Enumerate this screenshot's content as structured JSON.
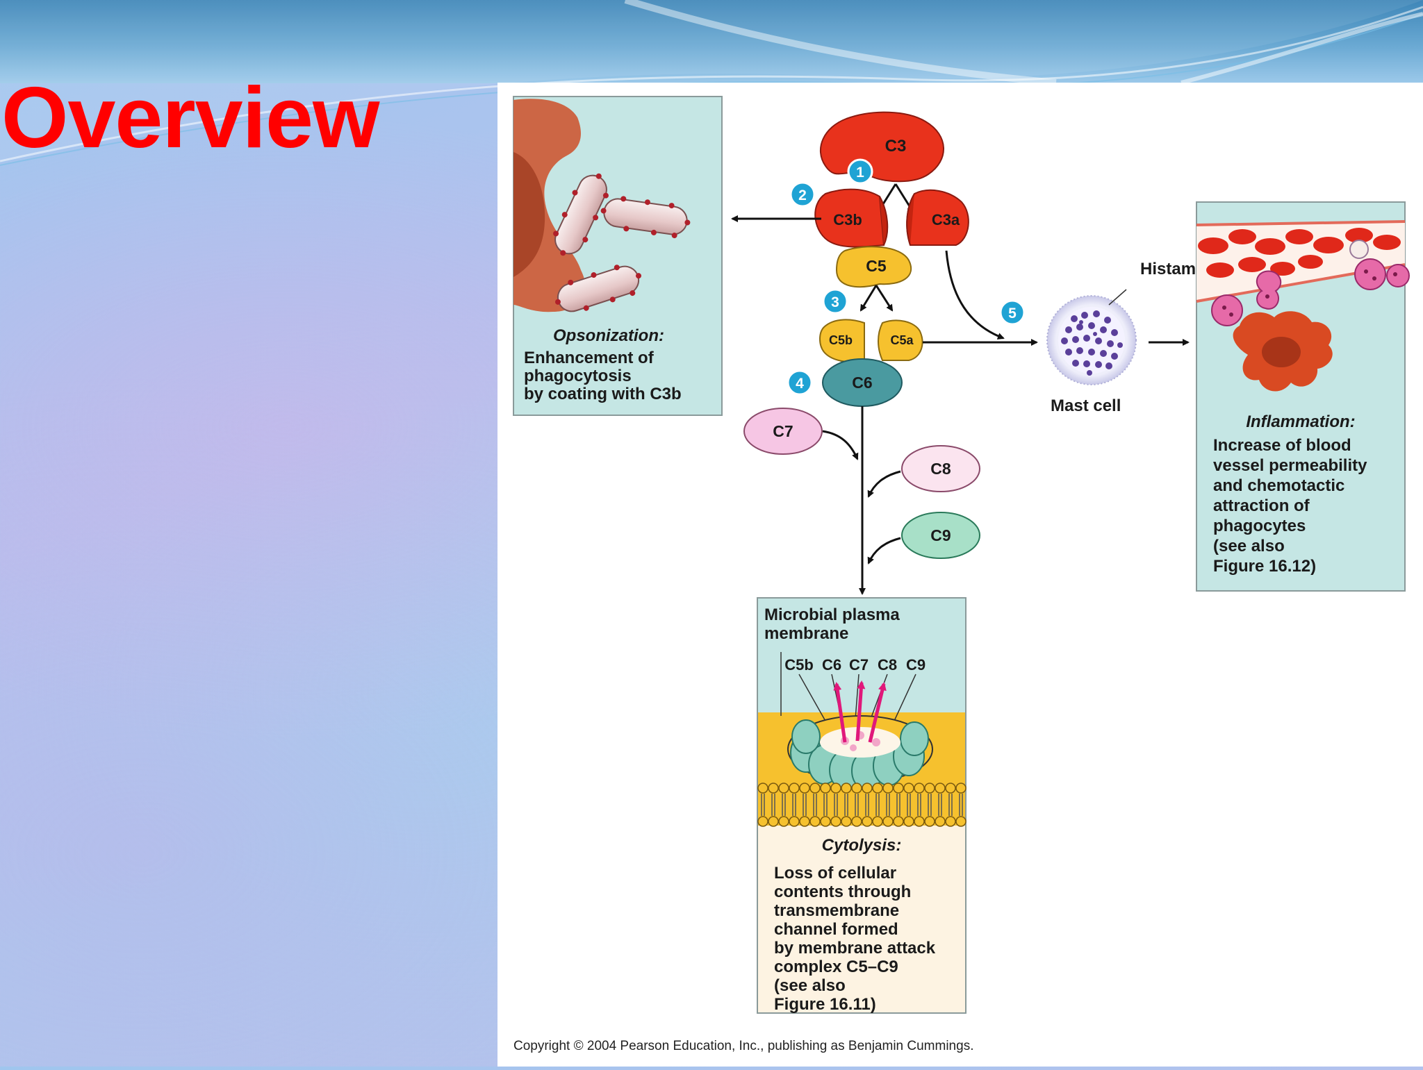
{
  "slide": {
    "title": "Overview"
  },
  "diagram": {
    "molecules": {
      "c3": "C3",
      "c3b": "C3b",
      "c3a": "C3a",
      "c5": "C5",
      "c5b": "C5b",
      "c5a": "C5a",
      "c6": "C6",
      "c7": "C7",
      "c8": "C8",
      "c9": "C9"
    },
    "steps": [
      "1",
      "2",
      "3",
      "4",
      "5"
    ],
    "opsonization": {
      "title": "Opsonization:",
      "lines": [
        "Enhancement of",
        "phagocytosis",
        "by coating with C3b"
      ]
    },
    "mast_cell": {
      "histamine": "Histamine",
      "label": "Mast cell"
    },
    "inflammation": {
      "title": "Inflammation:",
      "lines": [
        "Increase of blood",
        "vessel permeability",
        "and chemotactic",
        "attraction of",
        "phagocytes",
        "(see also",
        "Figure 16.12)"
      ]
    },
    "membrane": {
      "title_lines": [
        "Microbial plasma",
        "membrane"
      ],
      "complex_labels": [
        "C5b",
        "C6",
        "C7",
        "C8",
        "C9"
      ]
    },
    "cytolysis": {
      "title": "Cytolysis:",
      "lines": [
        "Loss of cellular",
        "contents through",
        "transmembrane",
        "channel formed",
        "by membrane attack",
        "complex C5–C9",
        "(see also",
        "Figure 16.11)"
      ]
    },
    "copyright": "Copyright © 2004 Pearson Education, Inc., publishing as Benjamin Cummings.",
    "colors": {
      "title_red": "#ff0000",
      "c3_red": "#e8321c",
      "c5_yellow": "#f6c12e",
      "c6_teal": "#4a9aa0",
      "c7_pink": "#f6c6e4",
      "c8_pink": "#fbe4ef",
      "c9_green": "#a8e0c8",
      "step_blue": "#1fa3d4",
      "box_fill": "#c5e6e4"
    }
  }
}
